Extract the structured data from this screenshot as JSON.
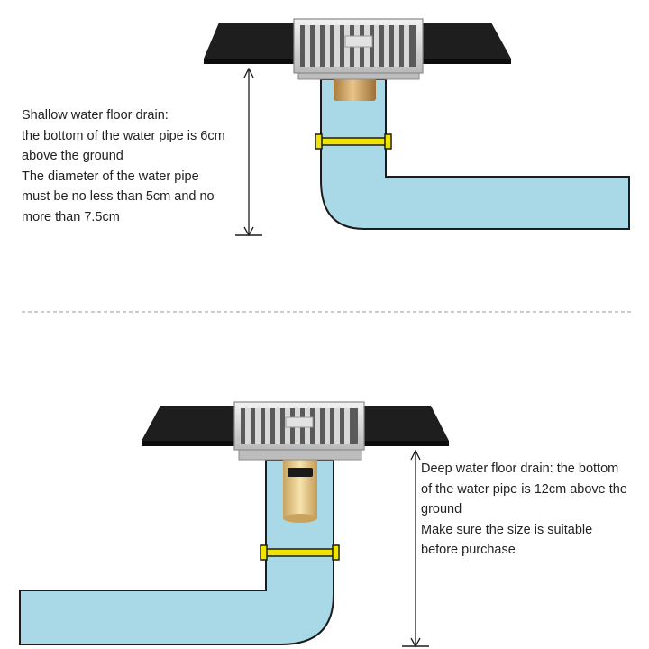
{
  "shallow_drain": {
    "caption": [
      "Shallow water floor drain:",
      "the bottom of the water pipe is 6cm",
      "above the ground",
      "The diameter of the water pipe",
      "must be no less than 5cm and no",
      "more than 7.5cm"
    ]
  },
  "deep_drain": {
    "caption": [
      "Deep water floor drain: the bottom",
      "of the water pipe is 12cm above the",
      "ground",
      "Make sure the size is suitable",
      "before purchase"
    ]
  },
  "colors": {
    "pipe": "#a9d9e6",
    "pipe_outline": "#1c1c1c",
    "floor_tile": "#1e1e1e",
    "grate": "#d6d6d6",
    "brass": "#c9a064",
    "clamp": "#f1e300",
    "divider": "#9a9a9a"
  }
}
